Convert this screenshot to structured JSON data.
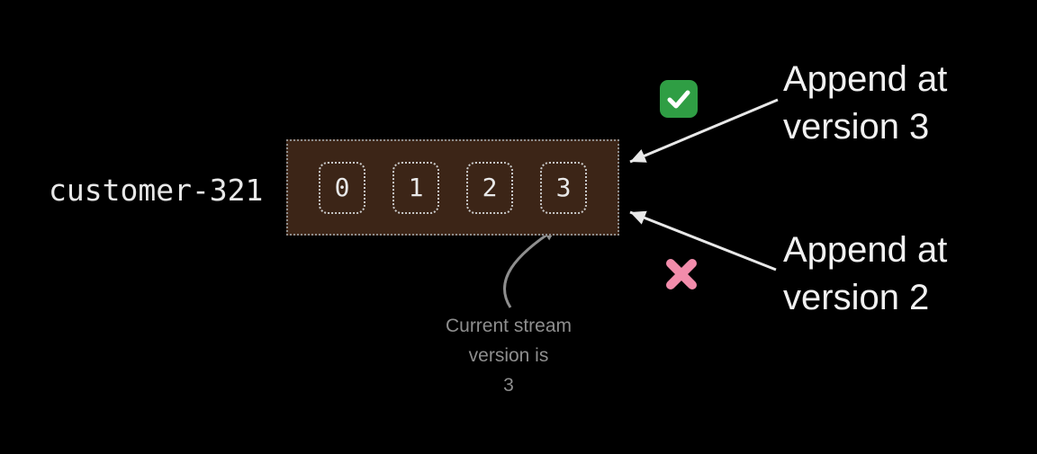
{
  "stream": {
    "label": "customer-321",
    "events": [
      "0",
      "1",
      "2",
      "3"
    ]
  },
  "annotations": {
    "append_v3": {
      "line1": "Append at",
      "line2": "version 3"
    },
    "append_v2": {
      "line1": "Append at",
      "line2": "version 2"
    },
    "current_version_note": {
      "line1": "Current stream",
      "line2": "version is",
      "line3": "3"
    }
  },
  "icons": {
    "success": "check-icon",
    "failure": "x-icon",
    "pointer": "arrow-icon"
  },
  "colors": {
    "background": "#000000",
    "stream_fill": "#3c2517",
    "stream_border": "#8d8d8d",
    "cell_border": "#c9c9c9",
    "text_primary": "#f1f1f1",
    "text_muted": "#8e8e8e",
    "success_green": "#2f9e44",
    "failure_pink": "#f28cab",
    "arrow_white": "#e8e8e8"
  }
}
